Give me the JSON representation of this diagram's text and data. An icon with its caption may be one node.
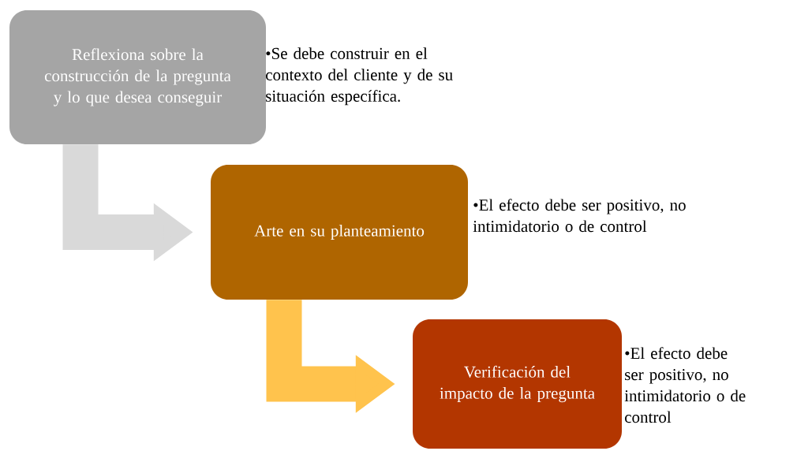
{
  "diagram": {
    "nodes": [
      {
        "text": [
          "Reflexiona sobre la construcción de la pregunta y lo que desea conseguir"
        ],
        "beside": [
          "•Se debe construir en el contexto del cliente y de su situación específica."
        ]
      },
      {
        "text": [
          "Arte en su planteamiento"
        ],
        "beside": [
          "•El efecto debe ser positivo, no intimidatorio o de control"
        ]
      },
      {
        "text": [
          "Verificación del impacto de la pregunta"
        ],
        "beside": [
          "•El efecto debe ser positivo, no intimidatorio o de control"
        ]
      }
    ],
    "edges": [
      {
        "from": 0,
        "to": 1,
        "arrow": "to",
        "color": "#d9d9d9"
      },
      {
        "from": 1,
        "to": 2,
        "arrow": "to",
        "color": "#ffc34d"
      }
    ]
  }
}
